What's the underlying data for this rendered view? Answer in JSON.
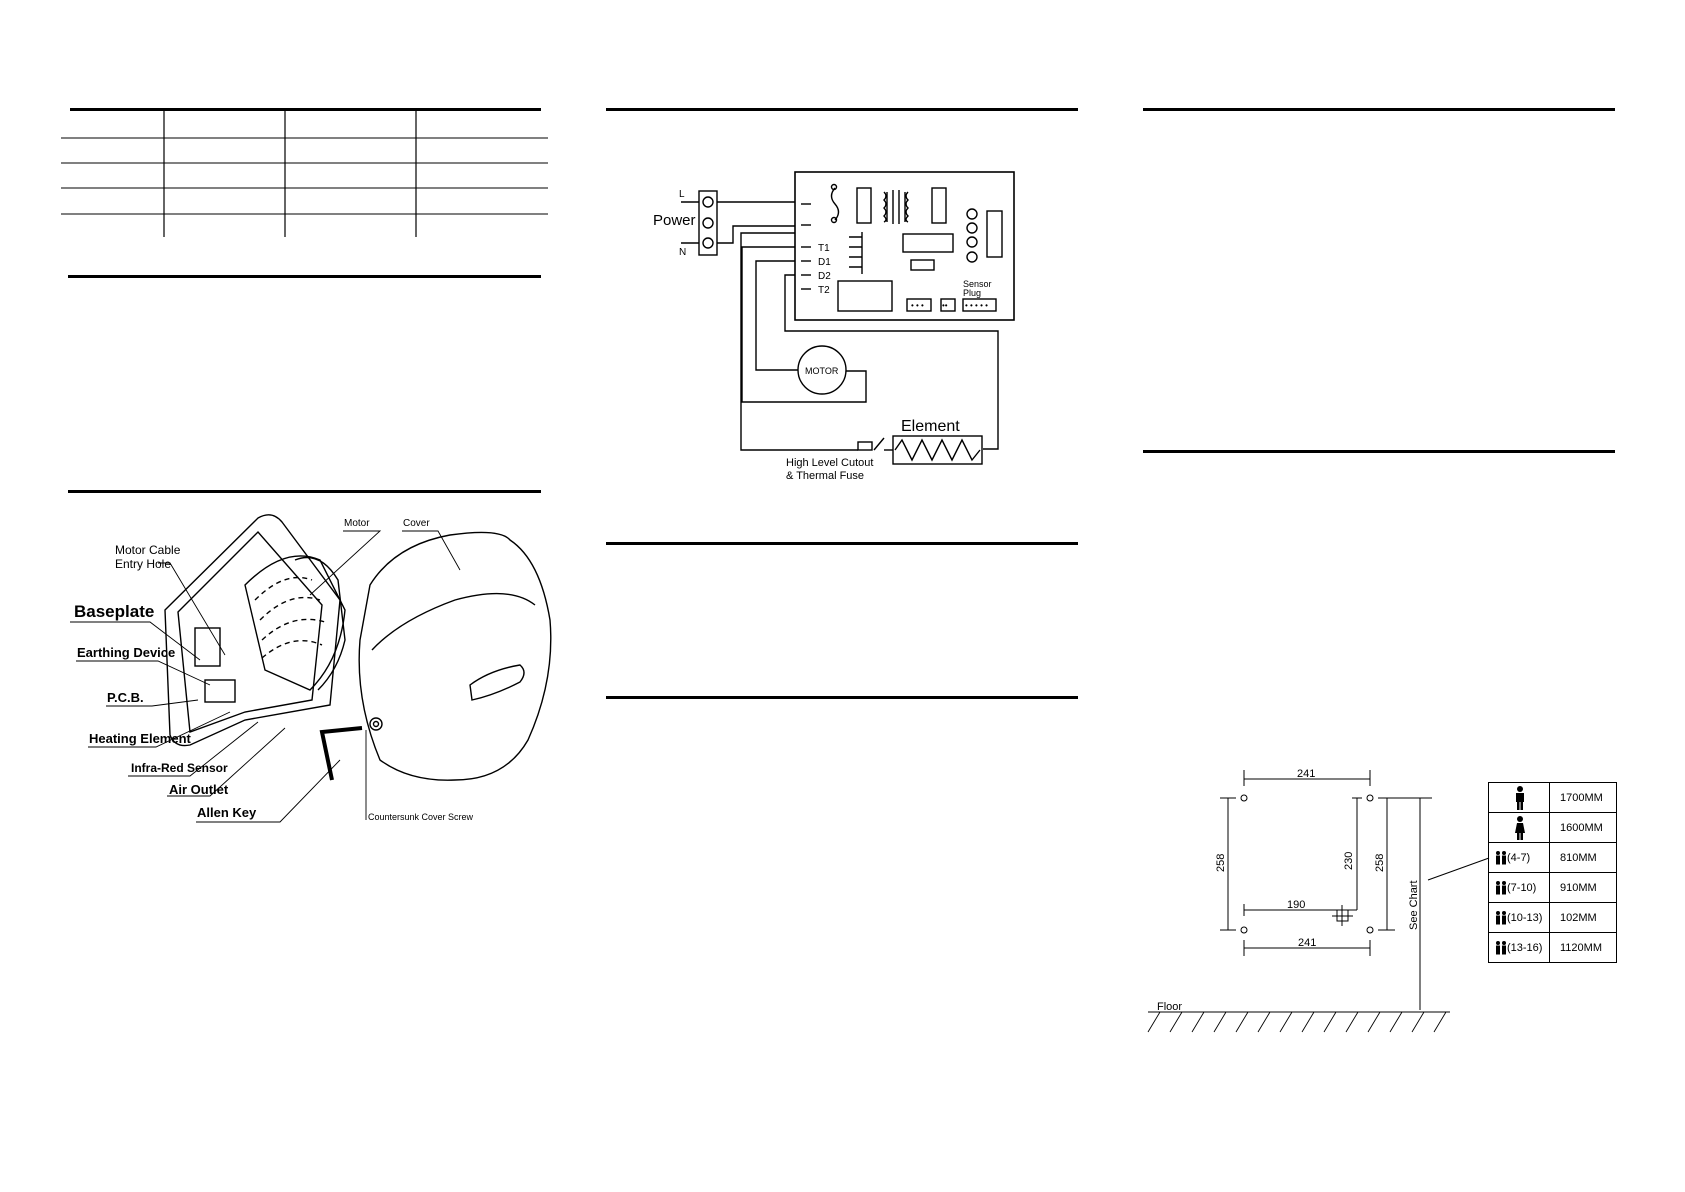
{
  "column1": {
    "exploded_view": {
      "labels": {
        "motor": "Motor",
        "cover": "Cover",
        "motor_cable_entry": [
          "Motor Cable",
          "Entry Hole"
        ],
        "baseplate": "Baseplate",
        "earthing_device": "Earthing Device",
        "pcb": "P.C.B.",
        "heating_element": "Heating Element",
        "infra_red_sensor": "Infra-Red Sensor",
        "air_outlet": "Air Outlet",
        "allen_key": "Allen Key",
        "countersunk_screw": "Countersunk Cover Screw"
      }
    }
  },
  "column2": {
    "wiring": {
      "power": "Power",
      "live": "L",
      "neutral": "N",
      "terminals": [
        "T1",
        "D1",
        "D2",
        "T2"
      ],
      "sensor_plug": [
        "Sensor",
        "Plug"
      ],
      "motor": "MOTOR",
      "element": "Element",
      "cutout": [
        "High Level Cutout",
        "& Thermal Fuse"
      ]
    }
  },
  "column3": {
    "mounting": {
      "top_width": "241",
      "bottom_width": "241",
      "left_height": "258",
      "right_height": "258",
      "inner_height": "230",
      "inner_width": "190",
      "see_chart": "See Chart",
      "floor": "Floor"
    },
    "height_chart": [
      {
        "icon": "man-icon",
        "age": "",
        "value": "1700MM"
      },
      {
        "icon": "woman-icon",
        "age": "",
        "value": "1600MM"
      },
      {
        "icon": "children-icon",
        "age": "(4-7)",
        "value": "810MM"
      },
      {
        "icon": "children-icon",
        "age": "(7-10)",
        "value": "910MM"
      },
      {
        "icon": "children-icon",
        "age": "(10-13)",
        "value": "102MM"
      },
      {
        "icon": "children-icon",
        "age": "(13-16)",
        "value": "1120MM"
      }
    ]
  }
}
